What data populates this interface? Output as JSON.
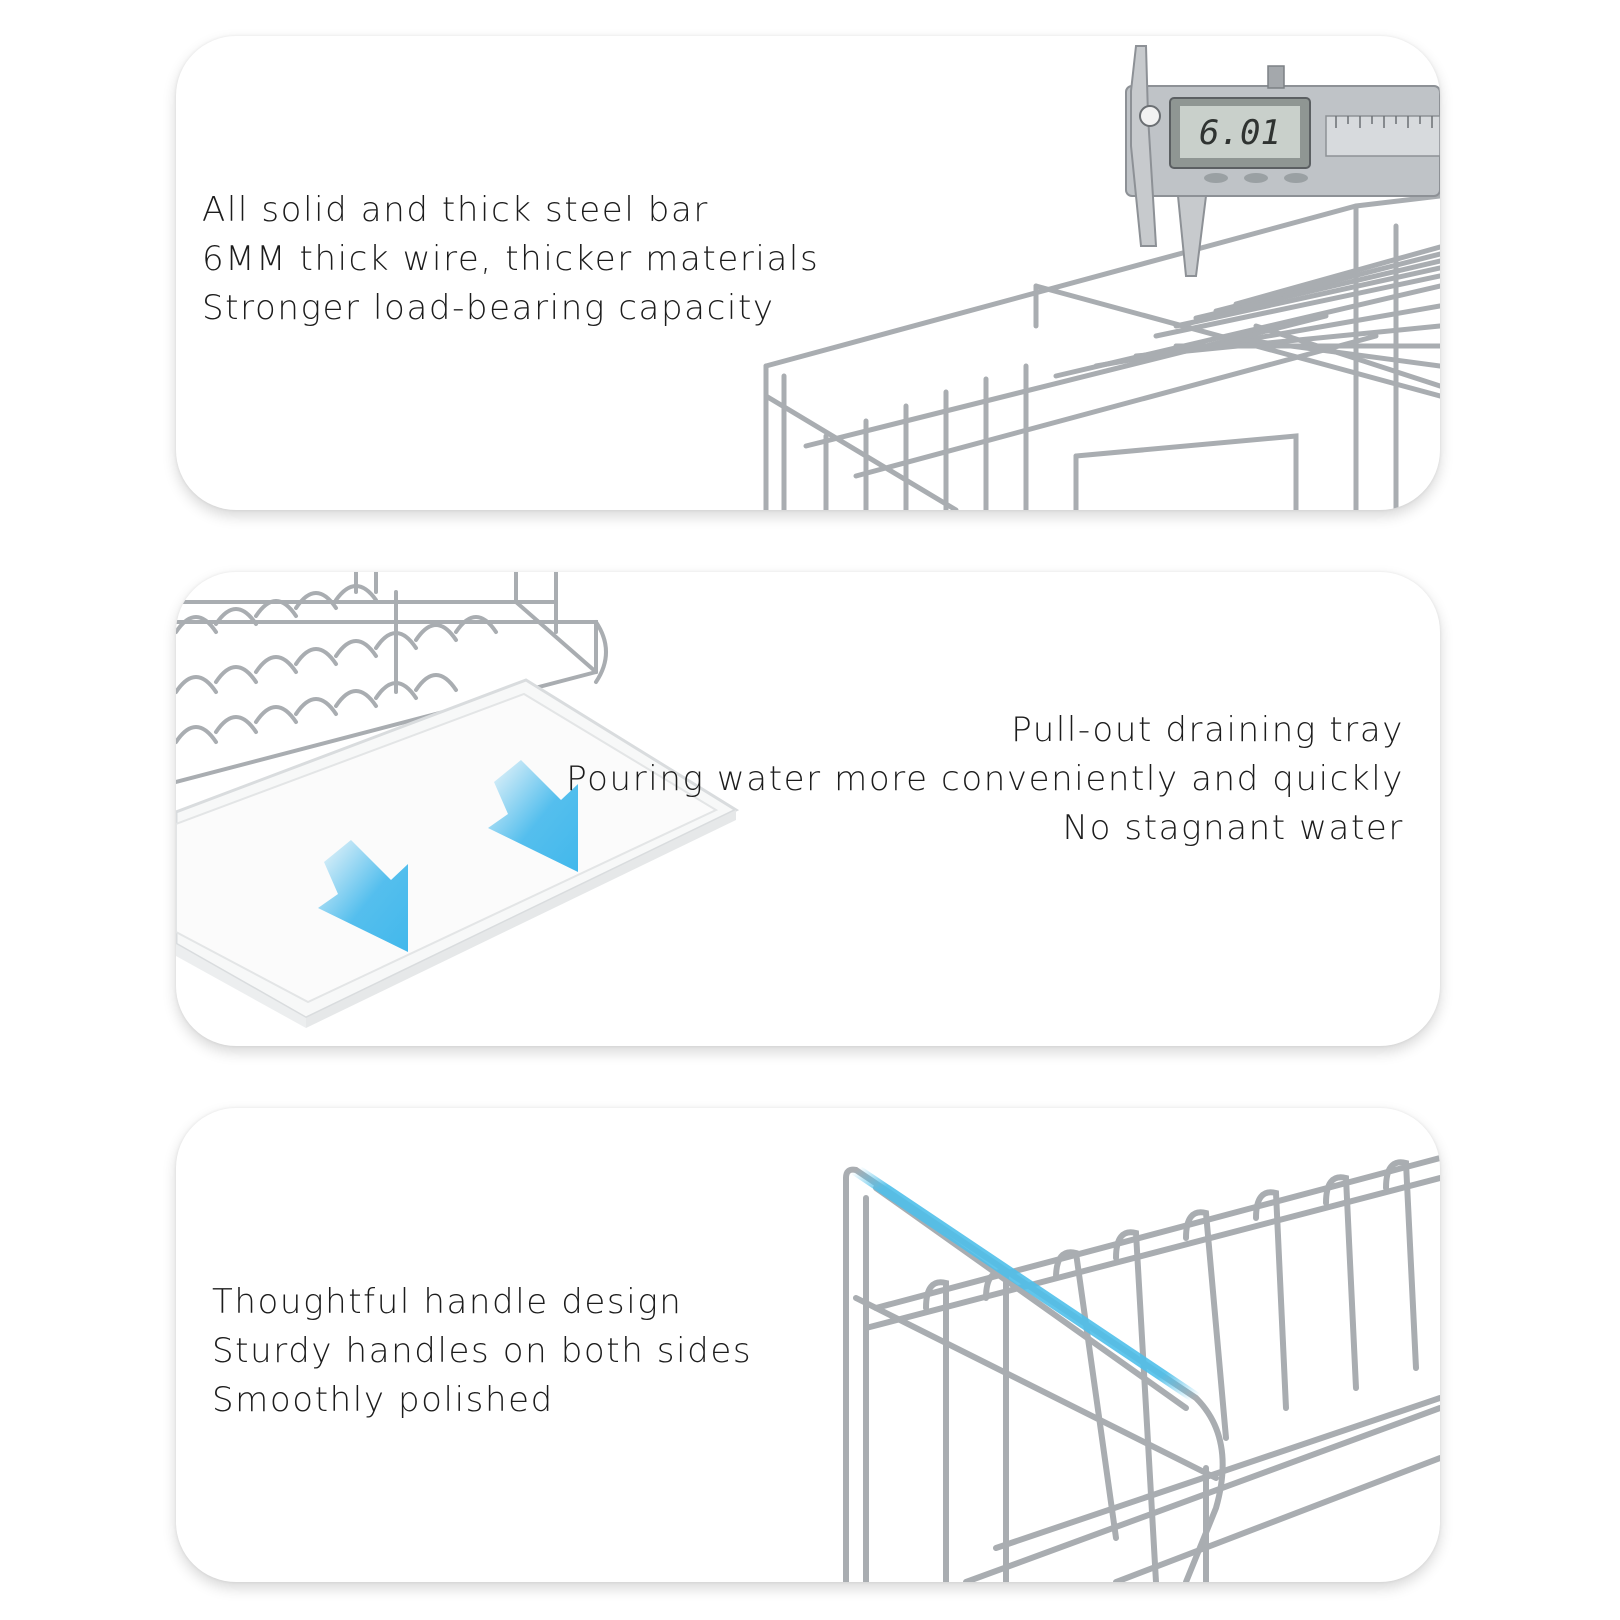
{
  "panels": [
    {
      "lines": [
        "All solid and thick steel bar",
        "6MM thick wire, thicker materials",
        "Stronger load-bearing capacity"
      ],
      "caliper_reading": "6.01"
    },
    {
      "lines": [
        "Pull-out draining tray",
        "Pouring water more conveniently and quickly",
        "No stagnant water"
      ],
      "arrow_color": "#42b8ec"
    },
    {
      "lines": [
        "Thoughtful handle design",
        "Sturdy handles on both sides",
        "Smoothly polished"
      ],
      "highlight_color": "#4fbfea"
    }
  ],
  "colors": {
    "wire": "#a9adb1",
    "wire_light": "#d4d7da",
    "panel_bg": "#ffffff",
    "text": "#1c1c1c"
  }
}
